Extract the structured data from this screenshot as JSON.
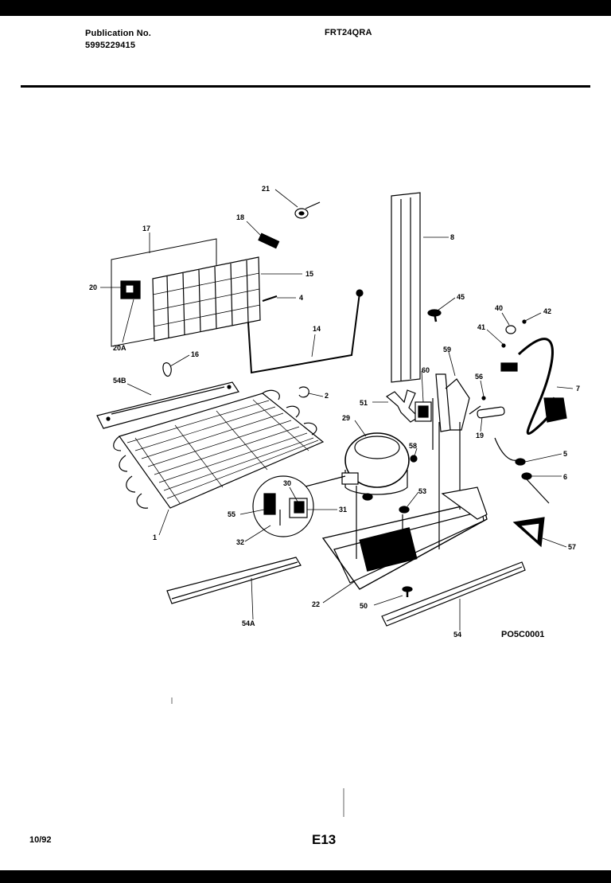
{
  "header": {
    "publication_label": "Publication No.",
    "publication_number": "5995229415",
    "model": "FRT24QRA"
  },
  "diagram": {
    "code": "PO5C0001",
    "callouts": [
      "21",
      "18",
      "17",
      "15",
      "20",
      "4",
      "20A",
      "14",
      "16",
      "54B",
      "2",
      "8",
      "45",
      "40",
      "42",
      "41",
      "7",
      "59",
      "60",
      "56",
      "51",
      "29",
      "19",
      "58",
      "5",
      "6",
      "30",
      "31",
      "55",
      "53",
      "32",
      "1",
      "22",
      "57",
      "54A",
      "50",
      "54"
    ]
  },
  "footer": {
    "date": "10/92",
    "page": "E13"
  }
}
